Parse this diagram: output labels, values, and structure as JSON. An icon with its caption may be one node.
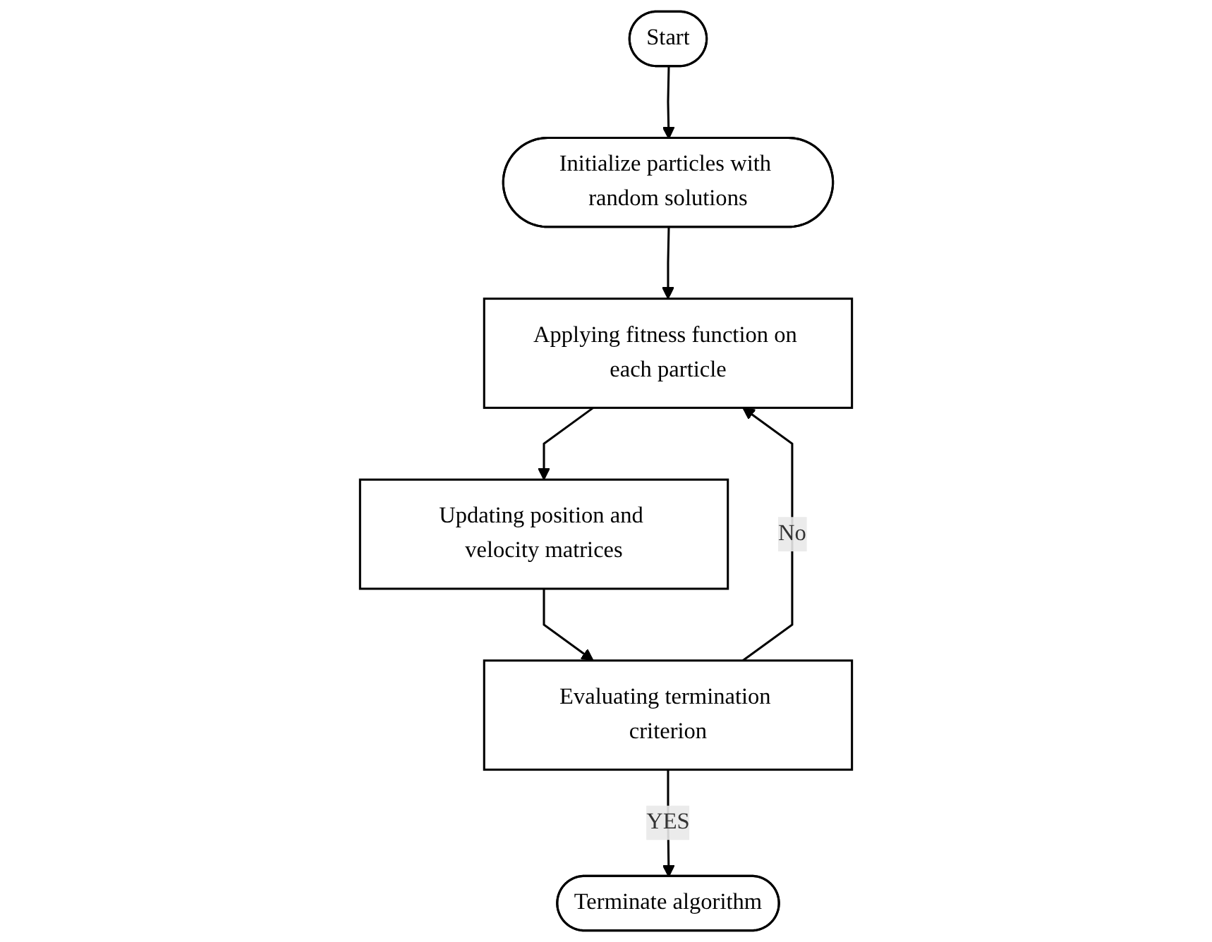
{
  "diagram": {
    "nodes": [
      {
        "text": [
          "Start"
        ]
      },
      {
        "text": [
          "Initialize particles with random solutions"
        ]
      },
      {
        "text": [
          "Applying fitness function on each particle"
        ]
      },
      {
        "text": [
          "Updating position and velocity matrices"
        ]
      },
      {
        "text": [
          "Evaluating termination criterion"
        ]
      },
      {
        "text": [
          "Terminate algorithm"
        ]
      }
    ],
    "edges": [
      {
        "from": 0,
        "to": 1,
        "arrow": "to"
      },
      {
        "from": 1,
        "to": 2,
        "arrow": "to"
      },
      {
        "from": 2,
        "to": 3,
        "arrow": "to"
      },
      {
        "from": 3,
        "to": 4,
        "arrow": "to"
      },
      {
        "from": 4,
        "to": 5,
        "arrow": "to",
        "label": "YES"
      },
      {
        "from": 4,
        "to": 2,
        "arrow": "to",
        "label": "No"
      }
    ]
  }
}
